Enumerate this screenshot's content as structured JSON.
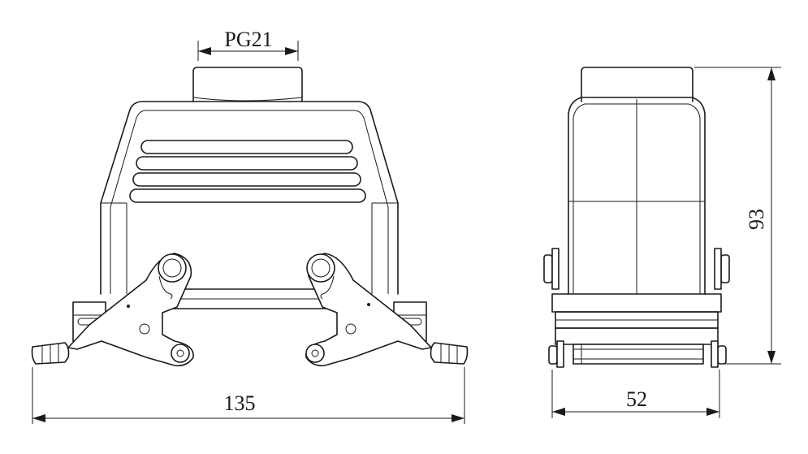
{
  "dimensions": {
    "gland_thread": "PG21",
    "total_width": "135",
    "side_depth": "52",
    "height": "93"
  },
  "views": [
    "front-view",
    "side-view"
  ]
}
